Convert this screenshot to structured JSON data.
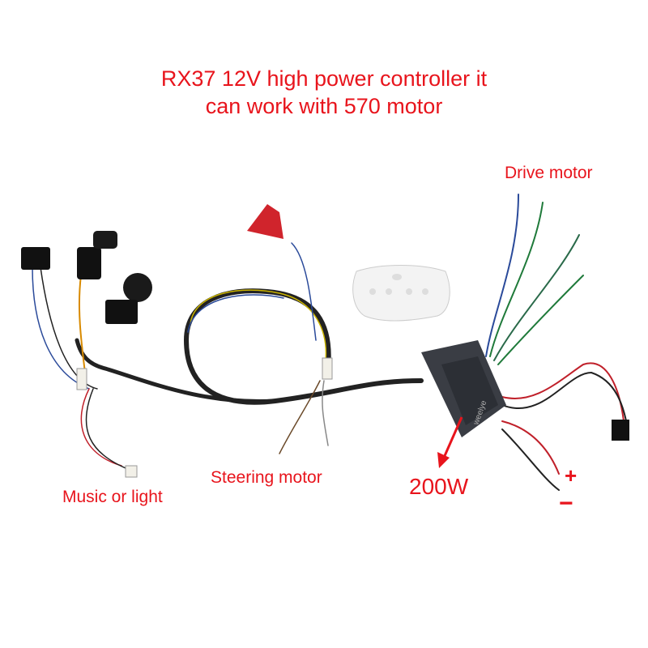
{
  "title": {
    "line1": "RX37 12V high power controller it",
    "line2": "can work with 570 motor"
  },
  "labels": {
    "drive_motor": "Drive motor",
    "steering_motor": "Steering motor",
    "music_or_light": "Music or light",
    "power": "200W",
    "plus": "+",
    "minus": "−"
  },
  "controller_brand": "weelye",
  "colors": {
    "label": "#e8141c",
    "controller": "#3a3d44"
  }
}
